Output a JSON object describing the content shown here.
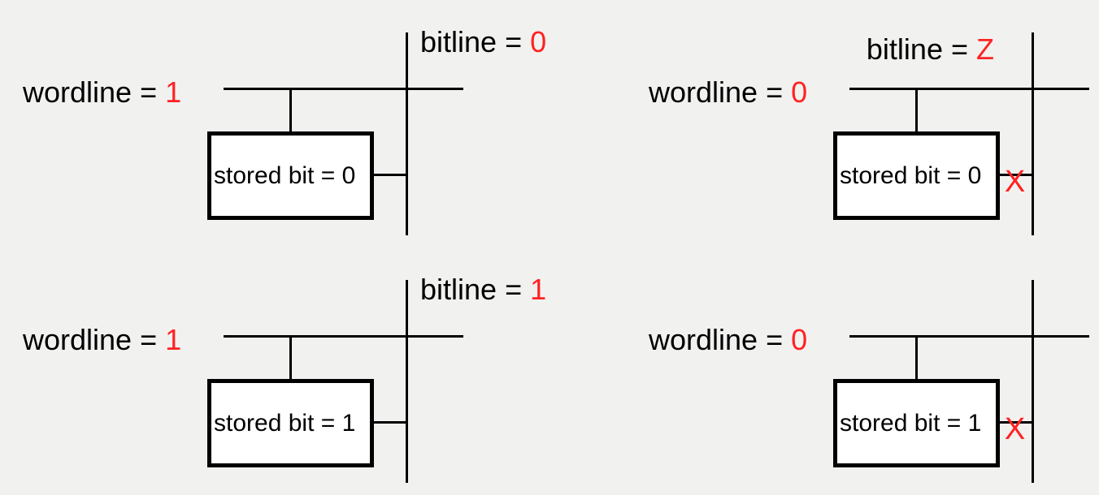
{
  "colors": {
    "bg": "#f1f1f0",
    "line": "#000000",
    "red": "#ff2222",
    "box-fill": "#ffffff",
    "text": "#000000"
  },
  "cells": [
    {
      "id": "top-left",
      "wordline_prefix": "wordline = ",
      "wordline_value": "1",
      "bitline_prefix": "bitline = ",
      "bitline_value": "0",
      "stored_bit_label": "stored bit = 0",
      "x_mark": ""
    },
    {
      "id": "top-right",
      "wordline_prefix": "wordline = ",
      "wordline_value": "0",
      "bitline_prefix": "bitline = ",
      "bitline_value": "Z",
      "stored_bit_label": "stored bit = 0",
      "x_mark": "X"
    },
    {
      "id": "bottom-left",
      "wordline_prefix": "wordline = ",
      "wordline_value": "1",
      "bitline_prefix": "bitline = ",
      "bitline_value": "1",
      "stored_bit_label": "stored bit = 1",
      "x_mark": ""
    },
    {
      "id": "bottom-right",
      "wordline_prefix": "wordline = ",
      "wordline_value": "0",
      "bitline_prefix": "",
      "bitline_value": "",
      "stored_bit_label": "stored bit = 1",
      "x_mark": "X"
    }
  ]
}
